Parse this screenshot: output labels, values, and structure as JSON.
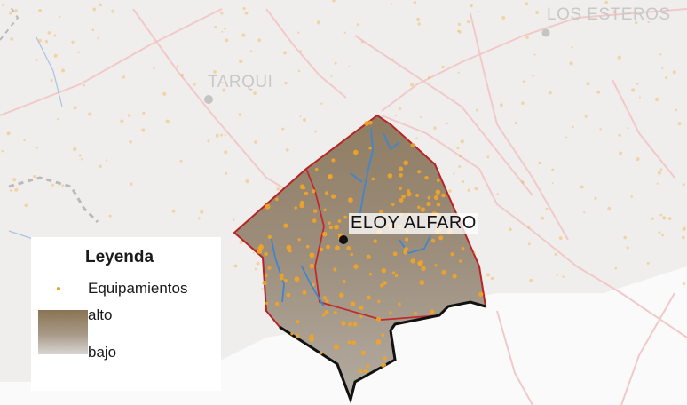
{
  "map": {
    "places": {
      "los_esteros": "LOS ESTEROS",
      "tarqui": "TARQUI",
      "eloy_alfaro": "ELOY ALFARO"
    },
    "colors": {
      "background": "#efefef",
      "road": "#f1c7c7",
      "district_fill": "#9d8e7b",
      "district_border": "#c22a2a",
      "coast_border": "#111111",
      "river": "#4a8fd1",
      "equipment_dot": "#f3a423"
    }
  },
  "legend": {
    "title": "Leyenda",
    "equipment_label": "Equipamientos",
    "high_label": "alto",
    "low_label": "bajo"
  }
}
